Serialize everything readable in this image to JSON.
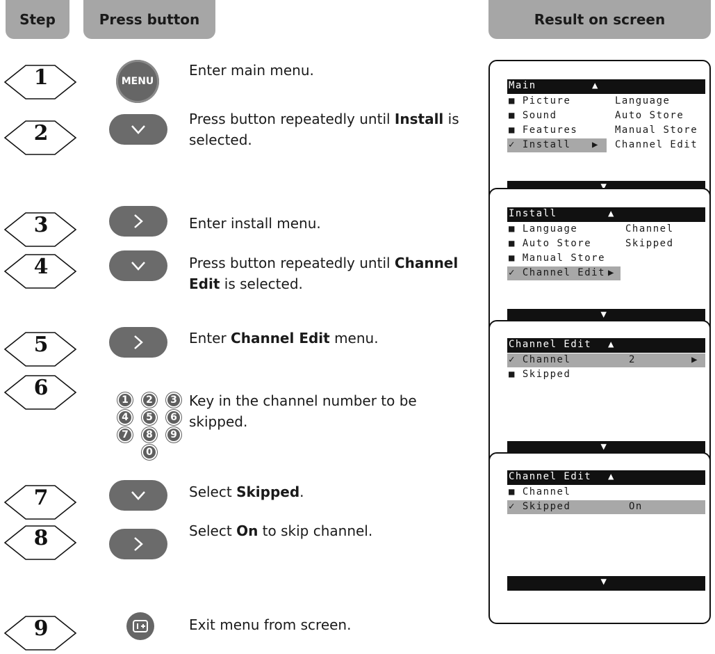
{
  "headers": {
    "step": "Step",
    "press": "Press button",
    "result": "Result on screen"
  },
  "steps": [
    {
      "n": "1",
      "button": "menu",
      "text": "Enter main menu."
    },
    {
      "n": "2",
      "button": "down",
      "pre": "Press button repeatedly until ",
      "bold": "Install",
      "post": " is selected."
    },
    {
      "n": "3",
      "button": "right",
      "text": "Enter install menu."
    },
    {
      "n": "4",
      "button": "down",
      "pre": "Press button repeatedly until ",
      "bold": "Channel Edit",
      "post": " is selected."
    },
    {
      "n": "5",
      "button": "right",
      "pre": "Enter ",
      "bold": "Channel Edit",
      "post": " menu."
    },
    {
      "n": "6",
      "button": "numpad",
      "text": "Key in the channel number to be skipped."
    },
    {
      "n": "7",
      "button": "down",
      "pre": "Select ",
      "bold": "Skipped",
      "post": "."
    },
    {
      "n": "8",
      "button": "right",
      "pre": "Select ",
      "bold": "On",
      "post": " to skip channel."
    },
    {
      "n": "9",
      "button": "info",
      "text": "Exit menu from screen."
    }
  ],
  "menu_button_label": "MENU",
  "numpad_digits": [
    "1",
    "2",
    "3",
    "4",
    "5",
    "6",
    "7",
    "8",
    "9",
    "0"
  ],
  "screens": [
    {
      "title": "Main",
      "up": "▲",
      "down": "▼",
      "rows": [
        {
          "mark": "■",
          "label": "Picture",
          "right": "Language"
        },
        {
          "mark": "■",
          "label": "Sound",
          "right": "Auto Store"
        },
        {
          "mark": "■",
          "label": "Features",
          "right": "Manual Store"
        },
        {
          "mark": "✓",
          "label": "Install",
          "arrow": "▶",
          "right": "Channel Edit",
          "selected": true
        }
      ]
    },
    {
      "title": "Install",
      "up": "▲",
      "down": "▼",
      "rows": [
        {
          "mark": "■",
          "label": "Language",
          "right": "Channel"
        },
        {
          "mark": "■",
          "label": "Auto Store",
          "right": "Skipped"
        },
        {
          "mark": "■",
          "label": "Manual Store"
        },
        {
          "mark": "✓",
          "label": "Channel Edit",
          "arrow": "▶",
          "selected": true
        }
      ]
    },
    {
      "title": "Channel Edit",
      "up": "▲",
      "down": "▼",
      "rows": [
        {
          "mark": "✓",
          "label": "Channel",
          "value": "2",
          "arrow": "▶",
          "selected": true
        },
        {
          "mark": "■",
          "label": "Skipped"
        }
      ]
    },
    {
      "title": "Channel Edit",
      "up": "▲",
      "down": "▼",
      "rows": [
        {
          "mark": "■",
          "label": "Channel"
        },
        {
          "mark": "✓",
          "label": "Skipped",
          "value": "On",
          "selected": true
        }
      ]
    }
  ]
}
